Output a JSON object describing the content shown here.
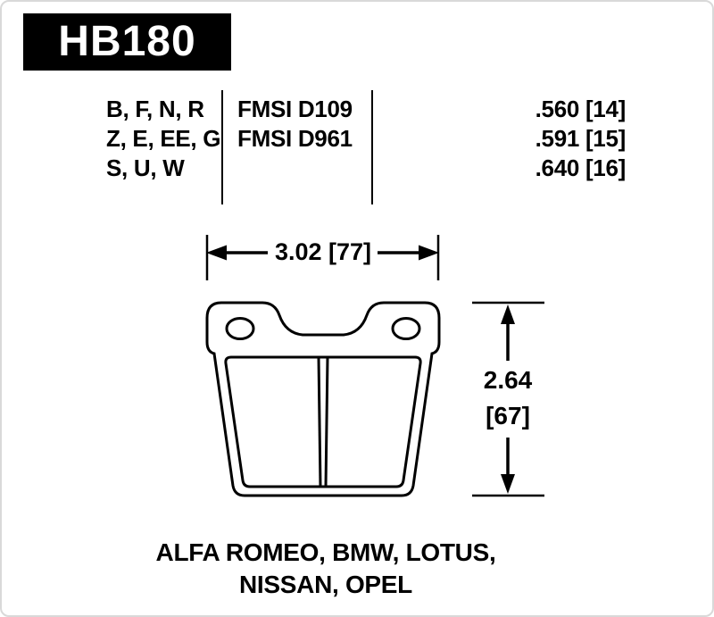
{
  "part_number": "HB180",
  "spec_table": {
    "compound_rows": [
      "B, F, N, R",
      "Z, E, EE, G",
      "S, U, W"
    ],
    "fmsi_rows": [
      "FMSI D109",
      "FMSI D961"
    ],
    "thickness_rows": [
      ".560 [14]",
      ".591 [15]",
      ".640 [16]"
    ]
  },
  "dimensions": {
    "width_label": "3.02 [77]",
    "height_inch_label": "2.64",
    "height_mm_label": "[67]"
  },
  "applications": [
    "ALFA ROMEO, BMW, LOTUS,",
    "NISSAN, OPEL"
  ],
  "colors": {
    "ink": "#000000",
    "plate_background": "#000000",
    "plate_text": "#ffffff",
    "page_background": "#ffffff"
  }
}
